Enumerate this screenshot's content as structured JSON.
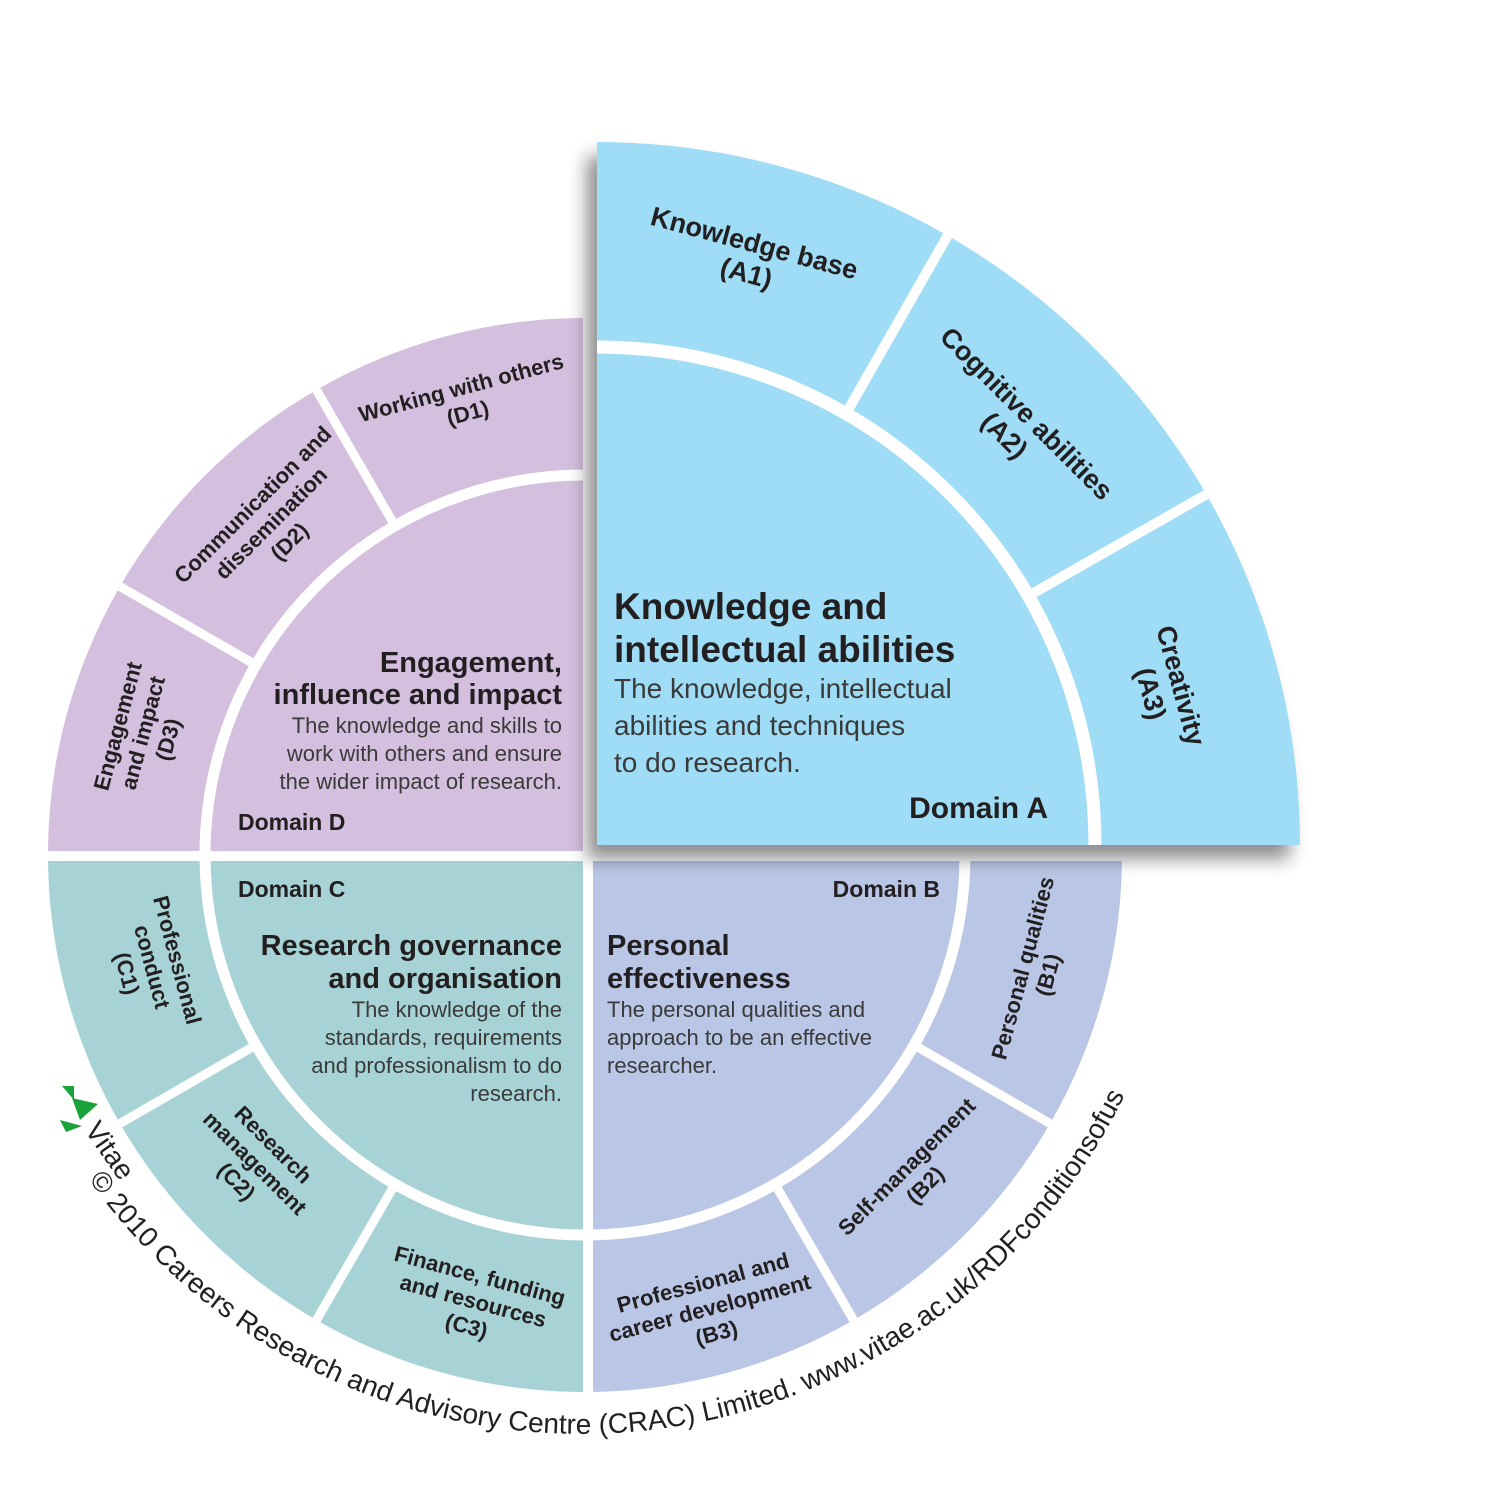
{
  "colors": {
    "domain_a": "#9fdcf5",
    "domain_b": "#b9c6e5",
    "domain_c": "#a7d3d7",
    "domain_d": "#d5bfdf",
    "vitae_green": "#1aa33a",
    "divider": "#ffffff"
  },
  "domain_a": {
    "title_line1": "Knowledge and",
    "title_line2": "intellectual abilities",
    "desc_line1": "The knowledge, intellectual",
    "desc_line2": "abilities and techniques",
    "desc_line3": "to do research.",
    "label": "Domain A",
    "sub_a1_line1": "Knowledge base",
    "sub_a1_line2": "(A1)",
    "sub_a2_line1": "Cognitive abilities",
    "sub_a2_line2": "(A2)",
    "sub_a3_line1": "Creativity",
    "sub_a3_line2": "(A3)"
  },
  "domain_b": {
    "title_line1": "Personal",
    "title_line2": "effectiveness",
    "desc_line1": "The personal qualities and",
    "desc_line2": "approach to be an effective",
    "desc_line3": "researcher.",
    "label": "Domain B",
    "sub_b1_line1": "Personal qualities",
    "sub_b1_line2": "(B1)",
    "sub_b2_line1": "Self-management",
    "sub_b2_line2": "(B2)",
    "sub_b3_line1": "Professional and",
    "sub_b3_line2": "career development",
    "sub_b3_line3": "(B3)"
  },
  "domain_c": {
    "title_line1": "Research governance",
    "title_line2": "and organisation",
    "desc_line1": "The knowledge of the",
    "desc_line2": "standards, requirements",
    "desc_line3": "and professionalism to do",
    "desc_line4": "research.",
    "label": "Domain C",
    "sub_c1_line1": "Professional",
    "sub_c1_line2": "conduct",
    "sub_c1_line3": "(C1)",
    "sub_c2_line1": "Research",
    "sub_c2_line2": "management",
    "sub_c2_line3": "(C2)",
    "sub_c3_line1": "Finance, funding",
    "sub_c3_line2": "and resources",
    "sub_c3_line3": "(C3)"
  },
  "domain_d": {
    "title_line1": "Engagement,",
    "title_line2": "influence and impact",
    "desc_line1": "The knowledge and skills to",
    "desc_line2": "work with others and ensure",
    "desc_line3": "the wider impact of research.",
    "label": "Domain D",
    "sub_d1_line1": "Working with others",
    "sub_d1_line2": "(D1)",
    "sub_d2_line1": "Communication and",
    "sub_d2_line2": "dissemination",
    "sub_d2_line3": "(D2)",
    "sub_d3_line1": "Engagement",
    "sub_d3_line2": "and impact",
    "sub_d3_line3": "(D3)"
  },
  "brand": {
    "logo_icon": "vitae-logo-icon",
    "name": "Vitae"
  },
  "footer": {
    "copyright": "© 2010 Careers Research and Advisory Centre (CRAC) Limited. www.vitae.ac.uk/RDFconditionsofuse"
  }
}
